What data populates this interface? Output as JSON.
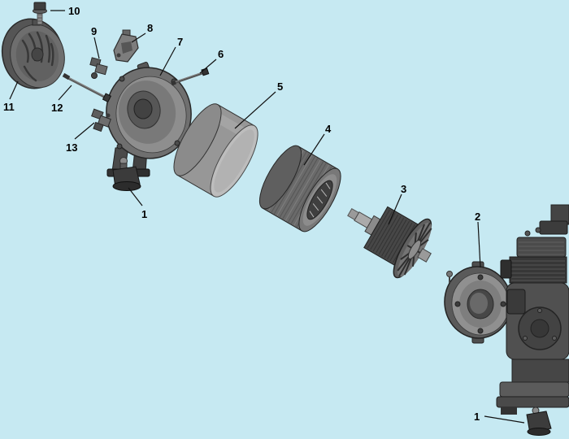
{
  "scene": {
    "type": "exploded-parts-diagram",
    "subject": "generator alternator exploded view with engine",
    "background_color": "#c6e9f2",
    "leader_line_color": "#111111",
    "label_color": "#000000"
  },
  "callouts": {
    "c1_left": "1",
    "c1_right": "1",
    "c2": "2",
    "c3": "3",
    "c4": "4",
    "c5": "5",
    "c6": "6",
    "c7": "7",
    "c8": "8",
    "c9": "9",
    "c10": "10",
    "c11": "11",
    "c12": "12",
    "c13": "13"
  }
}
